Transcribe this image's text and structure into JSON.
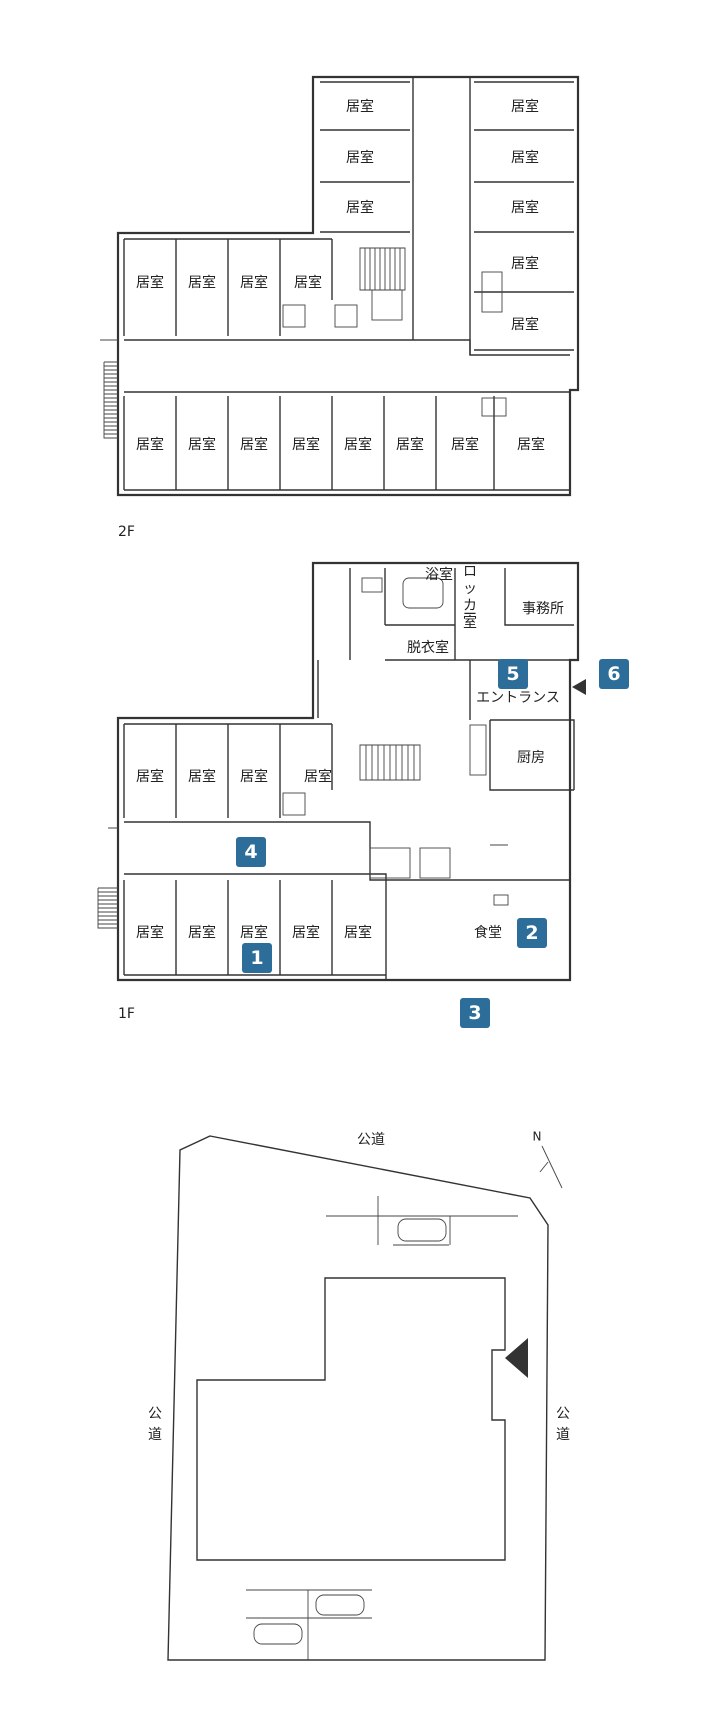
{
  "room_label": "居室",
  "floor2": {
    "label": "2F"
  },
  "floor1": {
    "label": "1F",
    "bath": "浴室",
    "locker": [
      "ロ",
      "ッ",
      "カ",
      "ー",
      "室"
    ],
    "office": "事務所",
    "dressing": "脱衣室",
    "entrance": "エントランス",
    "kitchen": "厨房",
    "dining": "食堂"
  },
  "markers": [
    "1",
    "2",
    "3",
    "4",
    "5",
    "6"
  ],
  "site": {
    "road_top": "公道",
    "road_left": [
      "公",
      "道"
    ],
    "road_right": [
      "公",
      "道"
    ],
    "north": "N"
  },
  "colors": {
    "marker": "#2c6e99",
    "wall": "#333333"
  }
}
